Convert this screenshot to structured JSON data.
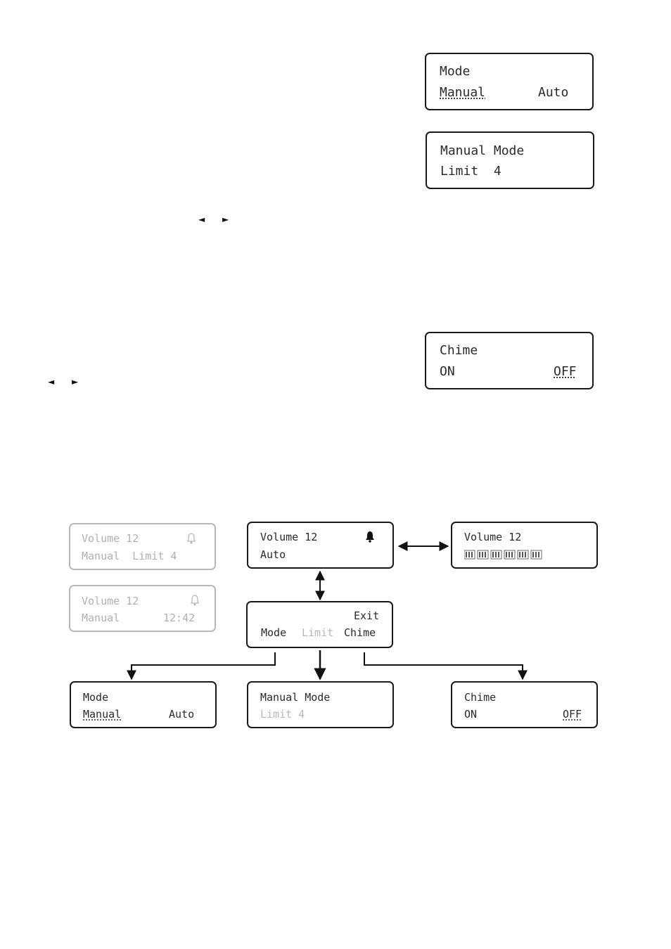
{
  "top_screens": {
    "mode": {
      "title": "Mode",
      "option_a": "Manual",
      "option_b": "Auto"
    },
    "manual_mode": {
      "title": "Manual Mode",
      "value": "Limit  4"
    },
    "chime": {
      "title": "Chime",
      "option_a": "ON",
      "option_b": "OFF"
    }
  },
  "nav_arrows": {
    "left": "◄",
    "right": "►"
  },
  "diagram": {
    "standby_limit": {
      "line1": "Volume 12",
      "line2": "Manual  Limit 4"
    },
    "standby_clock": {
      "line1": "Volume 12",
      "line2_a": "Manual",
      "line2_b": "12:42"
    },
    "main": {
      "line1": "Volume 12",
      "line2": "Auto"
    },
    "volume_bar": {
      "line1": "Volume 12"
    },
    "menu": {
      "exit": "Exit",
      "item_mode": "Mode",
      "item_limit": "Limit",
      "item_chime": "Chime"
    },
    "mode": {
      "title": "Mode",
      "option_a": "Manual",
      "option_b": "Auto"
    },
    "manual_mode": {
      "title": "Manual Mode",
      "value": "Limit 4"
    },
    "chime": {
      "title": "Chime",
      "option_a": "ON",
      "option_b": "OFF"
    }
  },
  "icons": {
    "bell": "bell-icon",
    "bell_outline": "bell-outline-icon",
    "volume_bar": "volume-bar-icon"
  }
}
